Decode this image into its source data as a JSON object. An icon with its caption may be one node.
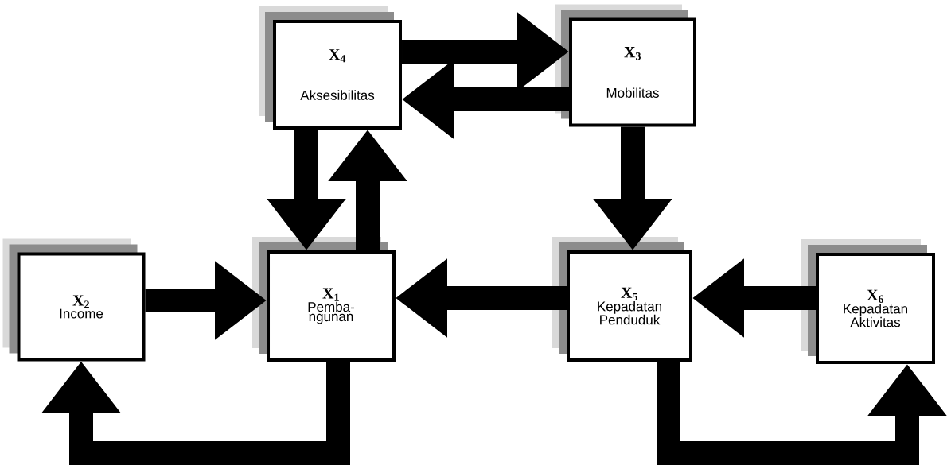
{
  "diagram": {
    "nodes": [
      {
        "text": [
          "X$_{4}$",
          "Aksesibilitas"
        ]
      },
      {
        "text": [
          "X$_{3}$",
          "Mobilitas"
        ]
      },
      {
        "text": [
          "X$_{2}$",
          "Income"
        ]
      },
      {
        "text": [
          "X$_{1}$",
          "Pemba- ngunan"
        ]
      },
      {
        "text": [
          "X$_{5}$",
          "Kepadatan Penduduk"
        ]
      },
      {
        "text": [
          "X$_{6}$",
          "Kepadatan Aktivitas"
        ]
      }
    ],
    "edges": [
      {
        "from": 0,
        "to": 1,
        "arrow": "to"
      },
      {
        "from": 1,
        "to": 0,
        "arrow": "to"
      },
      {
        "from": 0,
        "to": 3,
        "arrow": "to"
      },
      {
        "from": 3,
        "to": 0,
        "arrow": "to"
      },
      {
        "from": 1,
        "to": 4,
        "arrow": "to"
      },
      {
        "from": 2,
        "to": 3,
        "arrow": "to"
      },
      {
        "from": 4,
        "to": 3,
        "arrow": "to"
      },
      {
        "from": 5,
        "to": 4,
        "arrow": "to"
      },
      {
        "from": 3,
        "to": 2,
        "arrow": "to"
      },
      {
        "from": 4,
        "to": 5,
        "arrow": "to"
      }
    ]
  }
}
